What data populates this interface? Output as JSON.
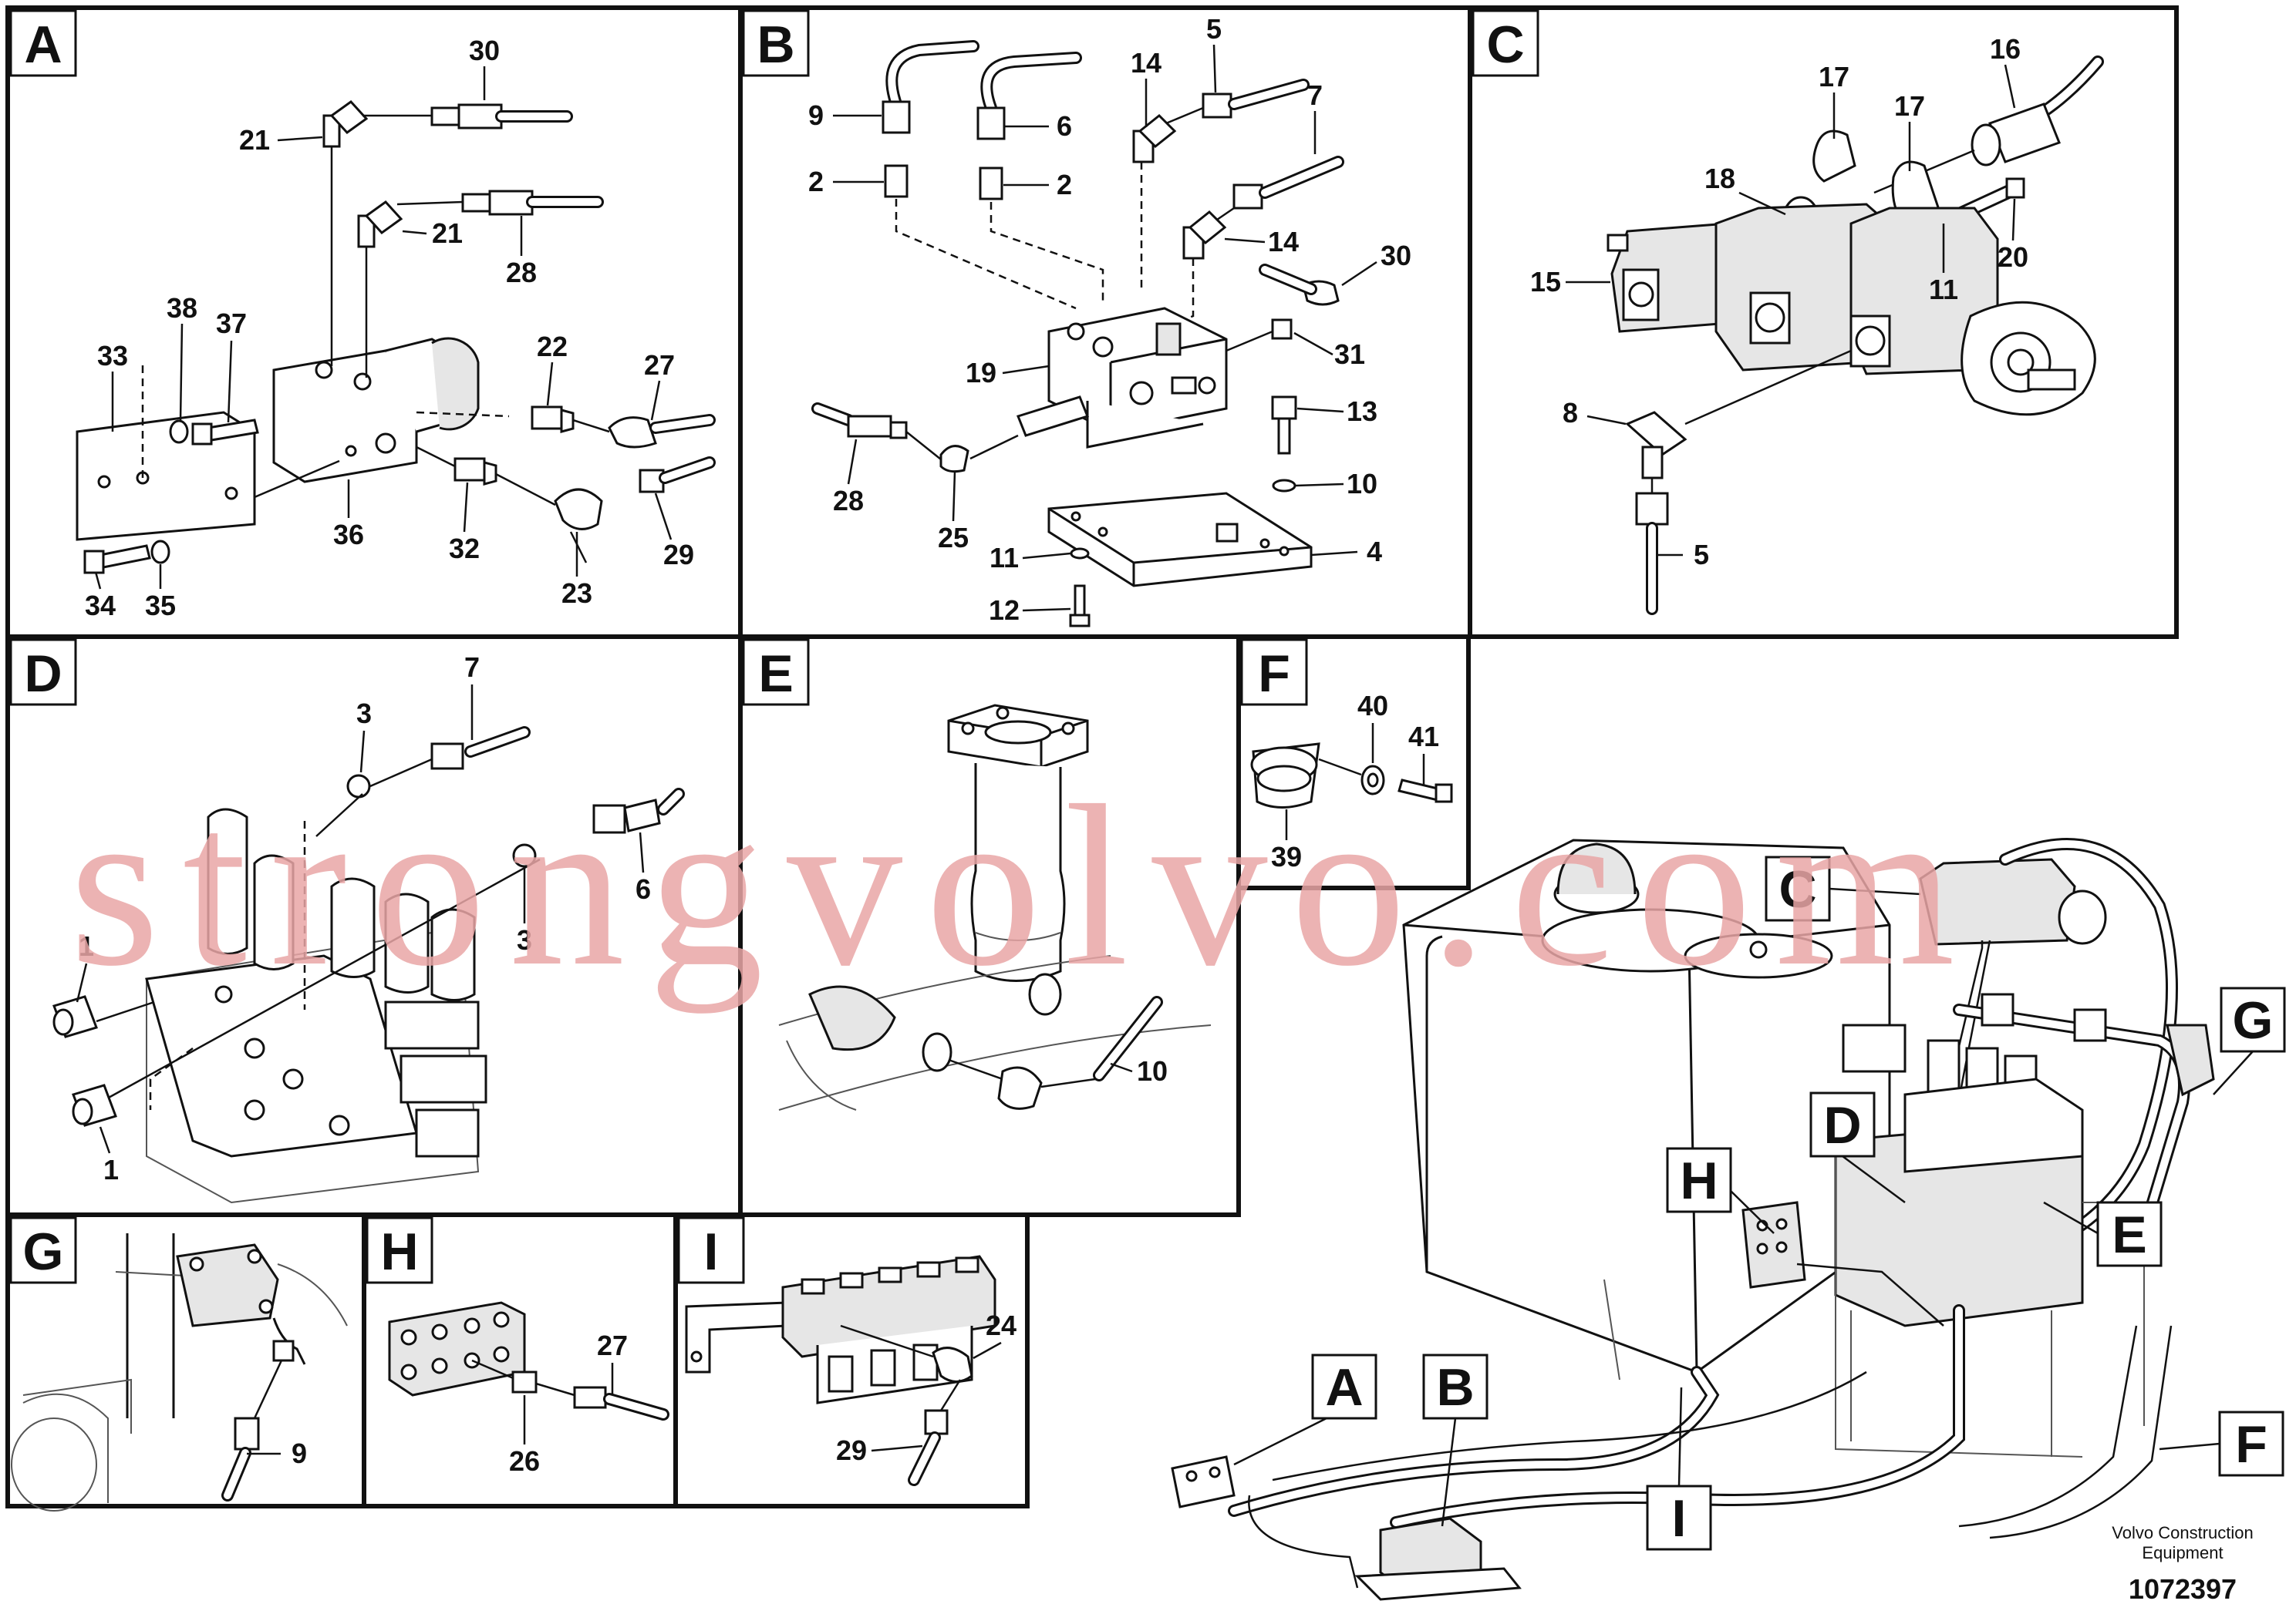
{
  "panels": {
    "A": {
      "letter": "A",
      "callouts": [
        "30",
        "21",
        "21",
        "28",
        "38",
        "37",
        "33",
        "22",
        "27",
        "36",
        "32",
        "23",
        "29",
        "34",
        "35"
      ]
    },
    "B": {
      "letter": "B",
      "callouts": [
        "9",
        "6",
        "14",
        "5",
        "7",
        "2",
        "2",
        "14",
        "30",
        "19",
        "31",
        "13",
        "28",
        "25",
        "10",
        "11",
        "4",
        "12"
      ]
    },
    "C": {
      "letter": "C",
      "callouts": [
        "17",
        "17",
        "16",
        "18",
        "15",
        "11",
        "20",
        "8",
        "5"
      ]
    },
    "D": {
      "letter": "D",
      "callouts": [
        "7",
        "3",
        "6",
        "3",
        "1",
        "1"
      ]
    },
    "E": {
      "letter": "E",
      "callouts": [
        "10"
      ]
    },
    "F": {
      "letter": "F",
      "callouts": [
        "40",
        "41",
        "39"
      ]
    },
    "G": {
      "letter": "G",
      "callouts": [
        "9"
      ]
    },
    "H": {
      "letter": "H",
      "callouts": [
        "27",
        "26"
      ]
    },
    "I": {
      "letter": "I",
      "callouts": [
        "24",
        "29"
      ]
    }
  },
  "overview_tags": [
    "A",
    "B",
    "C",
    "D",
    "E",
    "F",
    "G",
    "H",
    "I"
  ],
  "watermark": "strongvolvo.com",
  "footer": {
    "company_line1": "Volvo Construction",
    "company_line2": "Equipment",
    "doc_number": "1072397"
  }
}
